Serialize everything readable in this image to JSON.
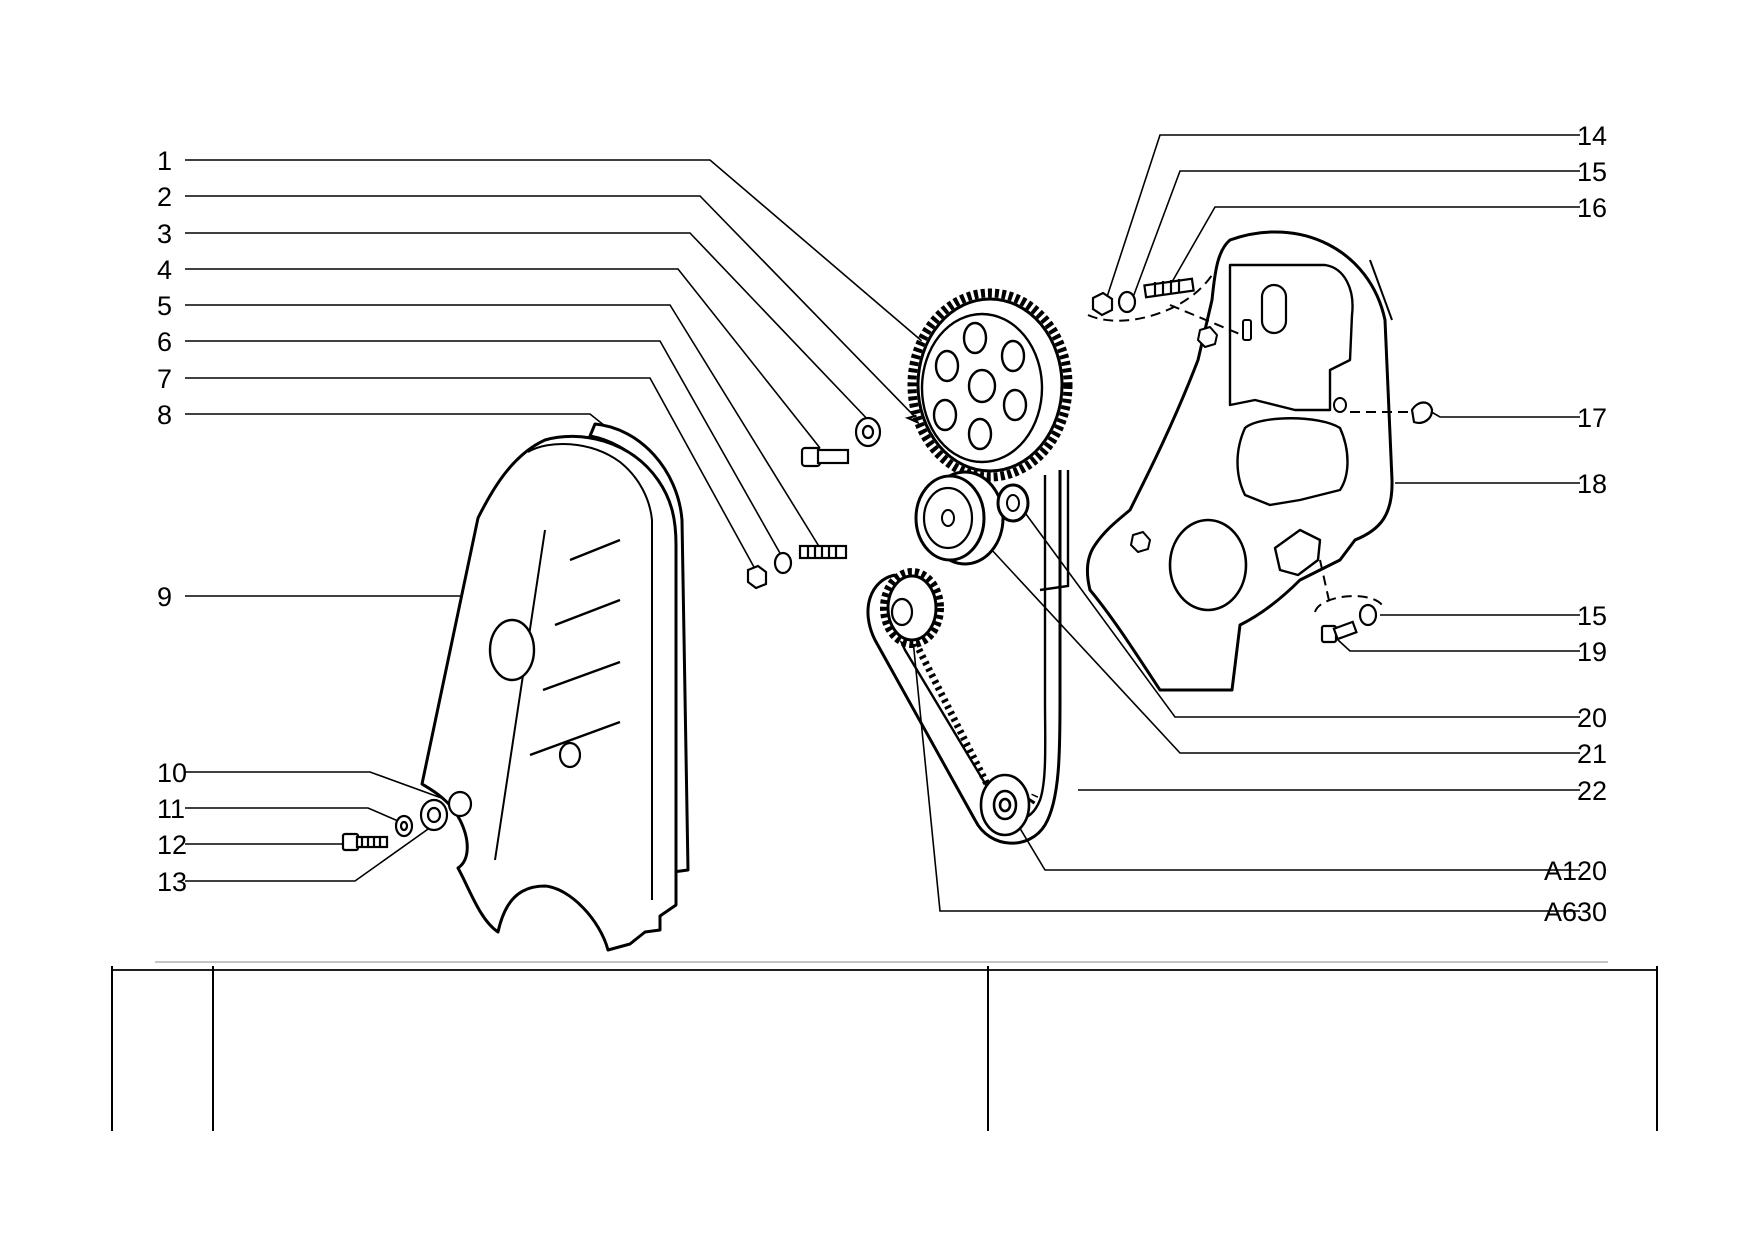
{
  "diagram": {
    "left_callouts": [
      "1",
      "2",
      "3",
      "4",
      "5",
      "6",
      "7",
      "8",
      "9",
      "10",
      "11",
      "12",
      "13"
    ],
    "right_callouts": [
      "14",
      "15",
      "16",
      "17",
      "18",
      "15",
      "19",
      "20",
      "21",
      "22",
      "A120",
      "A630"
    ]
  },
  "table": {
    "col1": "",
    "col2": "",
    "col3": ""
  },
  "colors": {
    "ink": "#000000",
    "background": "#ffffff",
    "rule": "#b0b0b0"
  }
}
